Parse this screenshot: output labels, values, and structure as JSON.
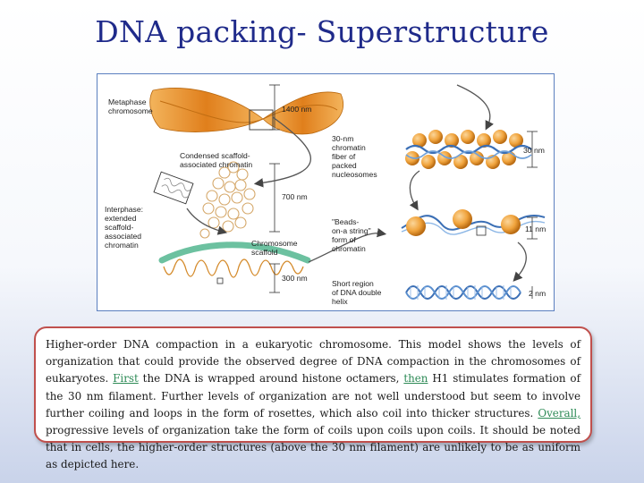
{
  "title": "DNA packing- Superstructure",
  "figure": {
    "labels": {
      "metaphase": "Metaphase\nchromosome",
      "condensed": "Condensed scaffold-\nassociated chromatin",
      "interphase": "Interphase:\nextended\nscaffold-\nassociated\nchromatin",
      "scaffold": "Chromosome\nscaffold",
      "fiber30": "30-nm\nchromatin\nfiber of\npacked\nnucleosomes",
      "beads": "\"Beads-\non-a string\"\nform of\nchromatin",
      "short": "Short region\nof DNA double\nhelix"
    },
    "measurements": {
      "m1400": "1400 nm",
      "m700": "700 nm",
      "m300": "300 nm",
      "m30": "30 nm",
      "m11": "11 nm",
      "m2": "2 nm"
    }
  },
  "caption": {
    "part1": "Higher-order DNA compaction in a eukaryotic chromosome. This model shows the levels of organization that could provide the observed degree of DNA compaction in the chromosomes of eukaryotes. ",
    "first": "First",
    "part2": " the DNA is wrapped around histone octamers, ",
    "then": "then",
    "part3": " H1 stimulates formation of the 30 nm filament. Further levels of organization are not well understood but seem to involve further coiling and loops in the form of rosettes, which also coil into thicker structures. ",
    "overall": "Overall,",
    "part4": " progressive levels of organization take the form of coils upon coils upon coils. It should be noted that in cells, the higher-order structures (above the 30 nm filament) are unlikely to be as uniform as depicted here."
  },
  "colors": {
    "title": "#1f2a8a",
    "chromosome": "#e8902a",
    "nucleosome": "#f0a33c",
    "dna": "#3b6fb5",
    "scaffold": "#6cc1a0",
    "caption_border": "#c0504d",
    "highlight": "#2e8b57"
  }
}
